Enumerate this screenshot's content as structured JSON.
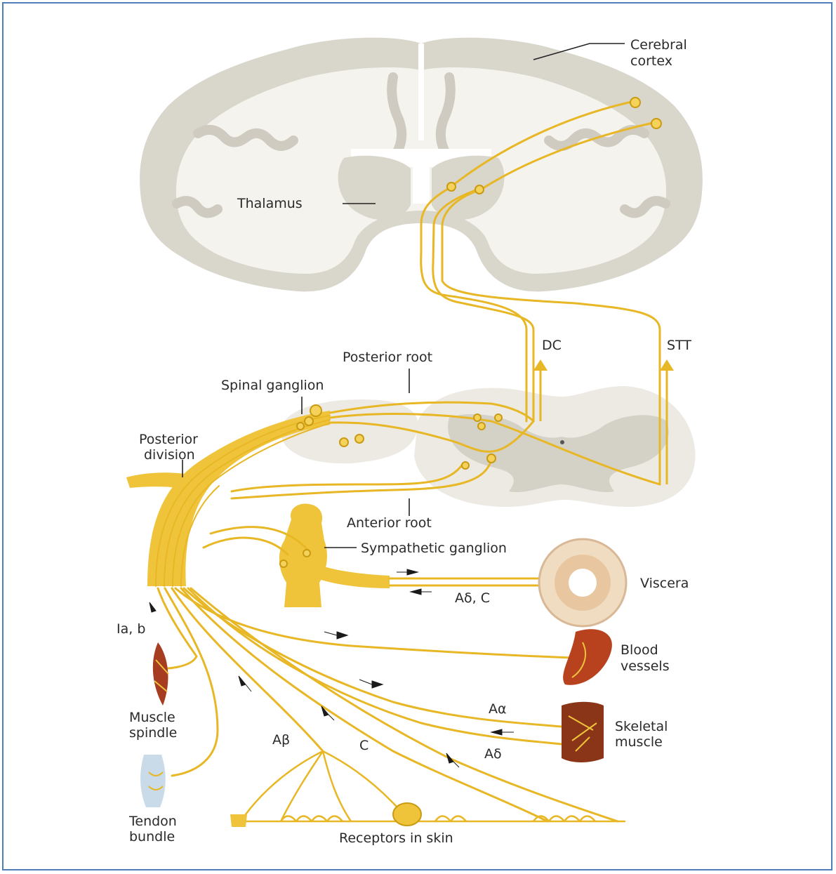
{
  "labels": {
    "cerebral_cortex_line1": "Cerebral",
    "cerebral_cortex_line2": "cortex",
    "thalamus": "Thalamus",
    "dc": "DC",
    "stt": "STT",
    "posterior_root": "Posterior root",
    "spinal_ganglion": "Spinal ganglion",
    "posterior_division_line1": "Posterior",
    "posterior_division_line2": "division",
    "anterior_root": "Anterior root",
    "sympathetic_ganglion": "Sympathetic ganglion",
    "viscera": "Viscera",
    "viscera_fibers": "Aδ, C",
    "ia_b": "Ia, b",
    "blood_vessels_line1": "Blood",
    "blood_vessels_line2": "vessels",
    "muscle_spindle_line1": "Muscle",
    "muscle_spindle_line2": "spindle",
    "skeletal_muscle_line1": "Skeletal",
    "skeletal_muscle_line2": "muscle",
    "a_alpha": "Aα",
    "a_delta": "Aδ",
    "a_beta": "Aβ",
    "c_fiber": "C",
    "tendon_bundle_line1": "Tendon",
    "tendon_bundle_line2": "bundle",
    "receptors_in_skin": "Receptors in skin"
  },
  "colors": {
    "nerve": "#e8b725",
    "nerve_dark": "#c99a12",
    "brain_gray": "#d9d6cc",
    "brain_white": "#f4f3ee",
    "cord_gray": "#e2e0d8",
    "frame": "#4f7fb8"
  }
}
